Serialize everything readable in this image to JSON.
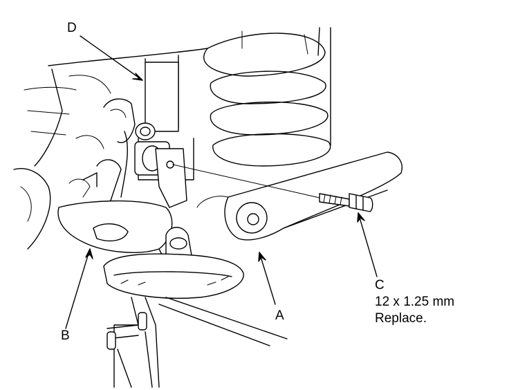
{
  "callouts": {
    "a": {
      "letter": "A"
    },
    "b": {
      "letter": "B"
    },
    "c": {
      "letter": "C",
      "spec": "12 x 1.25 mm",
      "note": "Replace."
    },
    "d": {
      "letter": "D"
    }
  }
}
